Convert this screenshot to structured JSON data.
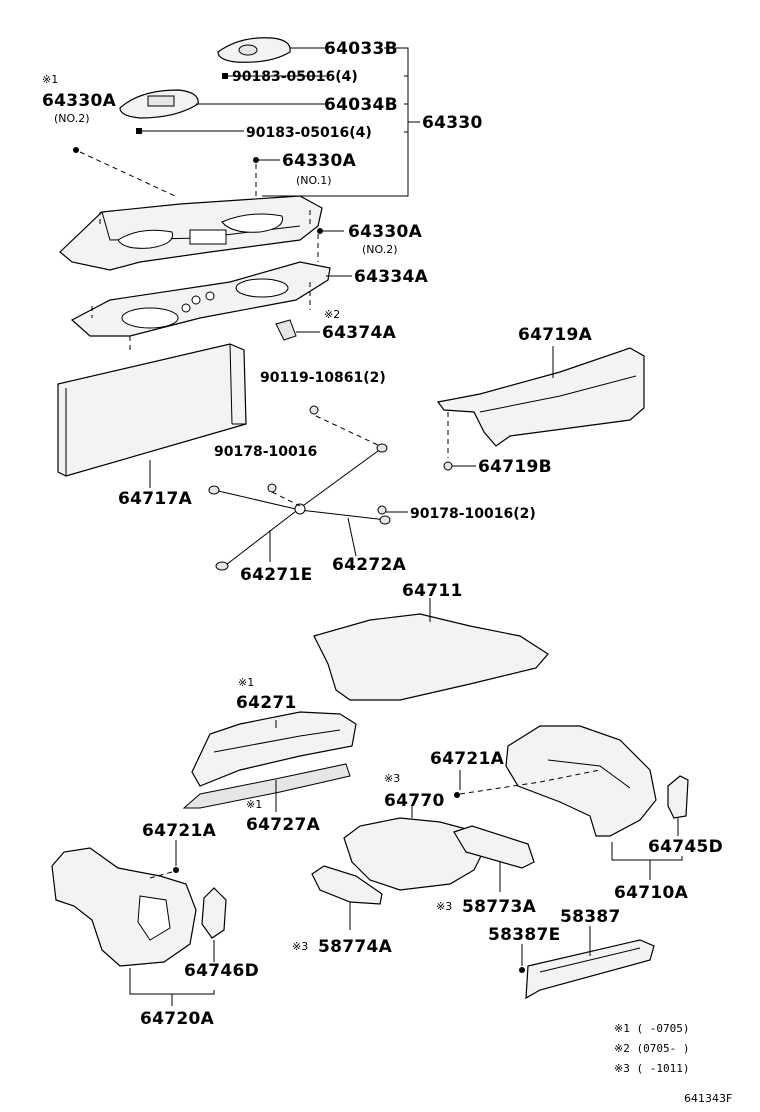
{
  "labels": {
    "p64033B": "64033B",
    "p90183a": "90183-05016(4)",
    "p64034B": "64034B",
    "p90183b": "90183-05016(4)",
    "p64330": "64330",
    "p64330A_left": "64330A",
    "p64330A_left_mark": "※1",
    "p64330A_left_note": "(NO.2)",
    "p64330A_mid": "64330A",
    "p64330A_mid_note": "(NO.1)",
    "p64330A_right": "64330A",
    "p64330A_right_note": "(NO.2)",
    "p64334A": "64334A",
    "p64374A": "64374A",
    "p64374A_mark": "※2",
    "p64719A": "64719A",
    "p90119": "90119-10861(2)",
    "p64719B": "64719B",
    "p90178a": "90178-10016",
    "p64717A": "64717A",
    "p90178b": "90178-10016(2)",
    "p64271E": "64271E",
    "p64272A": "64272A",
    "p64711": "64711",
    "p64271": "64271",
    "p64271_mark": "※1",
    "p64721A_right": "64721A",
    "p64770": "64770",
    "p64770_mark": "※3",
    "p64727A": "64727A",
    "p64727A_mark": "※1",
    "p64721A_left": "64721A",
    "p64745D": "64745D",
    "p58773A": "58773A",
    "p58773A_mark": "※3",
    "p64710A": "64710A",
    "p58387": "58387",
    "p58387E": "58387E",
    "p58774A": "58774A",
    "p58774A_mark": "※3",
    "p64746D": "64746D",
    "p64720A": "64720A"
  },
  "legend": {
    "l1": "※1 (      -0705)",
    "l2": "※2 (0705-      )",
    "l3": "※3 (      -1011)"
  },
  "diagram_id": "641343F"
}
